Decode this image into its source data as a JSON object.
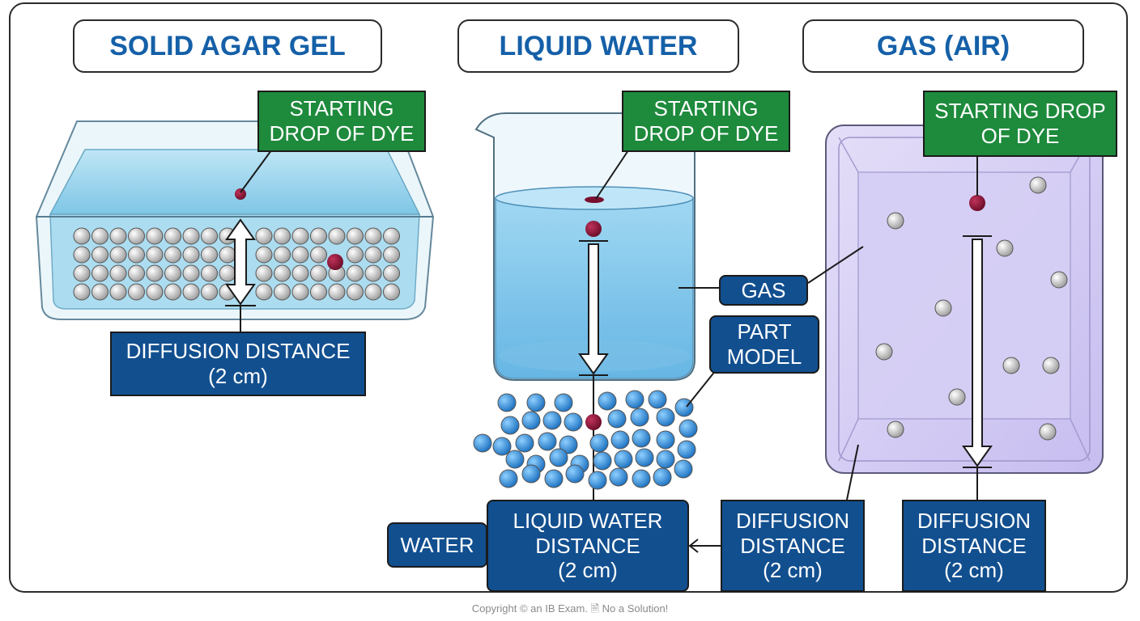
{
  "panels": {
    "solid": {
      "title": "SOLID AGAR GEL"
    },
    "liquid": {
      "title": "LIQUID WATER"
    },
    "gas": {
      "title": "GAS (AIR)"
    }
  },
  "labels": {
    "solid_dye": [
      "STARTING",
      "DROP OF DYE"
    ],
    "solid_distance": [
      "DIFFUSION DISTANCE",
      "(2 cm)"
    ],
    "liquid_dye": [
      "STARTING",
      "DROP OF DYE"
    ],
    "gas_dye": [
      "STARTING DROP",
      "OF DYE"
    ],
    "gas_tag": "GAS",
    "part_model": [
      "PART",
      "MODEL"
    ],
    "water_tag": "WATER",
    "liquid_distance": [
      "LIQUID WATER",
      "DISTANCE",
      "(2 cm)"
    ],
    "middle_distance": [
      "DIFFUSION",
      "DISTANCE",
      "(2 cm)"
    ],
    "gas_distance": [
      "DIFFUSION",
      "DISTANCE",
      "(2 cm)"
    ]
  },
  "copyright": "Copyright © an IB Exam. 🗎 No a Solution!",
  "colors": {
    "title_text": "#1560a8",
    "label_green": "#1e8a3c",
    "label_blue": "#124f8f",
    "dye": "#7a1030",
    "gel": "#8fd0ea",
    "water": "#7cc6ec",
    "gas_container": "#d9d3f2",
    "water_particle": "#2f8fd8"
  }
}
